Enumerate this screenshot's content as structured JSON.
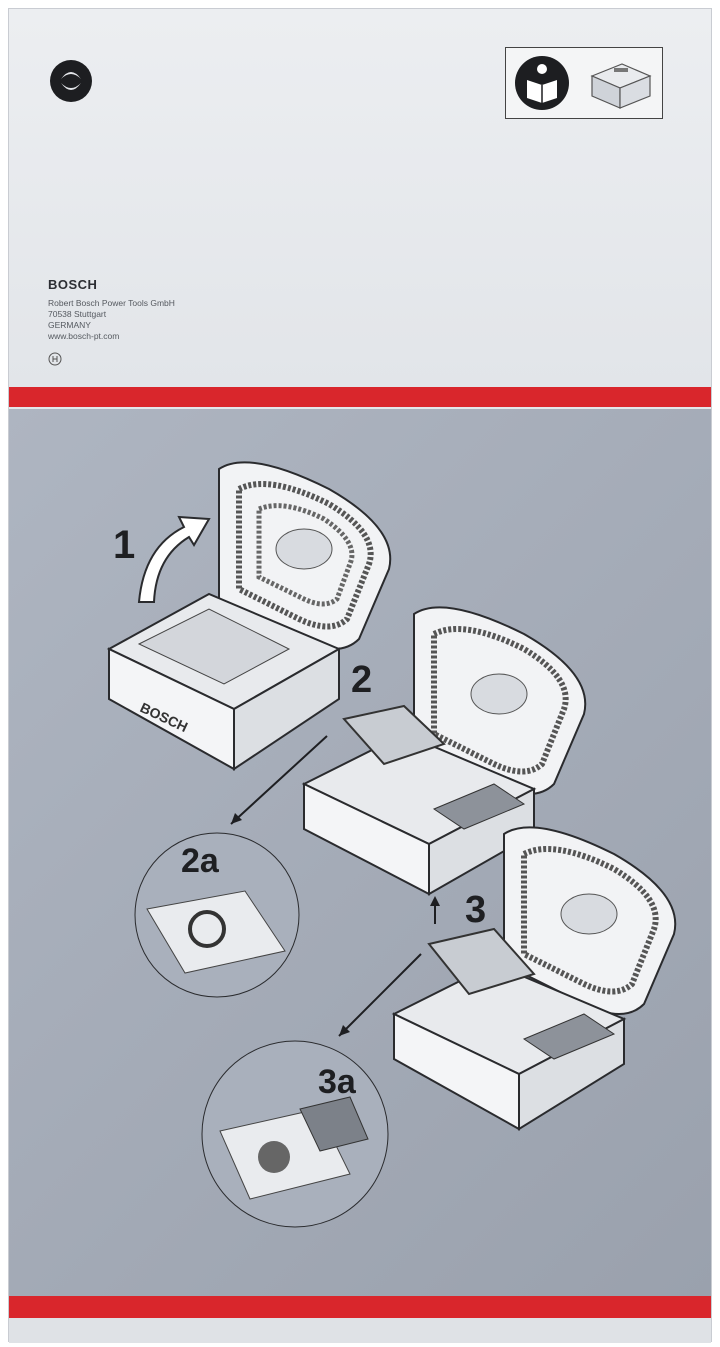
{
  "box": {
    "brand": "BOSCH",
    "address": [
      "Robert Bosch Power Tools GmbH",
      "70538 Stuttgart",
      "GERMANY",
      "www.bosch-pt.com"
    ],
    "device_label": "BOSCH",
    "steps": {
      "s1": "1",
      "s2": "2",
      "s2a": "2a",
      "s3": "3",
      "s3a": "3a"
    }
  },
  "icons": [
    "bosch-logo-icon",
    "read-manual-icon",
    "toolbox-icon",
    "certification-mark-icon",
    "curved-arrow-icon"
  ],
  "colors": {
    "stripe": "#d9262c",
    "panel": "#a7aeba",
    "paper": "#e4e6ea"
  }
}
